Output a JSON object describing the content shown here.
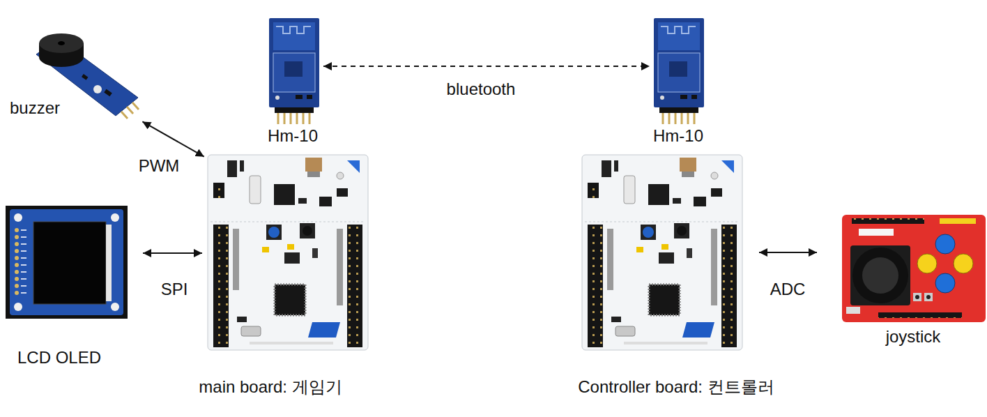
{
  "diagram": {
    "nodes": [
      {
        "text": [
          "buzzer"
        ]
      },
      {
        "text": [
          "Hm-10"
        ]
      },
      {
        "text": [
          "Hm-10"
        ]
      },
      {
        "text": [
          "LCD OLED"
        ]
      },
      {
        "text": [
          "main board: 게임기"
        ]
      },
      {
        "text": [
          "Controller board: 컨트롤러"
        ]
      },
      {
        "text": [
          "joystick"
        ]
      }
    ],
    "edges": [
      {
        "from": 1,
        "to": 2,
        "arrow": "both",
        "label": "bluetooth"
      },
      {
        "from": 0,
        "to": 4,
        "arrow": "both",
        "label": "PWM"
      },
      {
        "from": 3,
        "to": 4,
        "arrow": "both",
        "label": "SPI"
      },
      {
        "from": 5,
        "to": 6,
        "arrow": "both",
        "label": "ADC"
      }
    ]
  }
}
